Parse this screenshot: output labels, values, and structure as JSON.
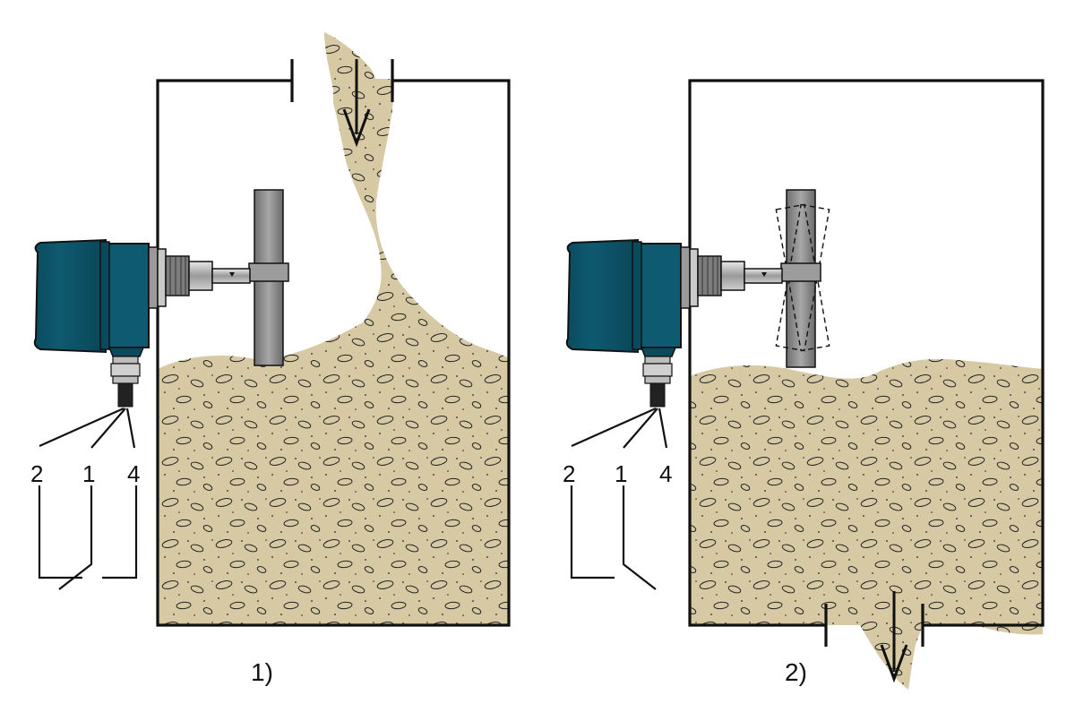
{
  "diagram": {
    "panels": [
      {
        "id": "panel-1",
        "caption": "1)",
        "terminals": [
          "2",
          "1",
          "4"
        ],
        "state": "covered"
      },
      {
        "id": "panel-2",
        "caption": "2)",
        "terminals": [
          "2",
          "1",
          "4"
        ],
        "state": "free"
      }
    ],
    "colors": {
      "material": "#d6c9a3",
      "housing": "#0e5a70",
      "housing_dark": "#07394a",
      "paddle": "#8a8a8a",
      "outline": "#111111",
      "background": "#ffffff"
    }
  }
}
